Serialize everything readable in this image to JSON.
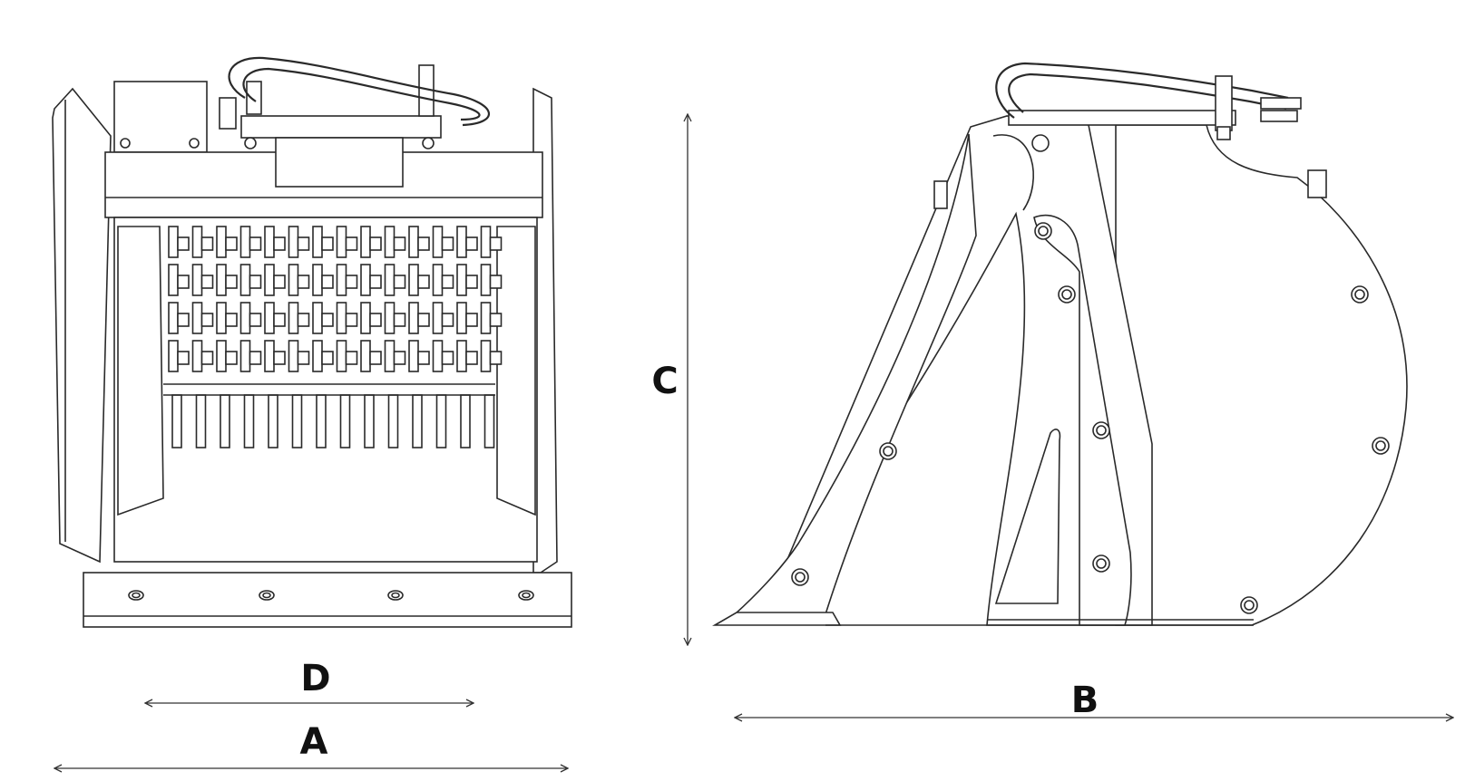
{
  "dimensions": {
    "a": {
      "label": "A"
    },
    "b": {
      "label": "B"
    },
    "c": {
      "label": "C"
    },
    "d": {
      "label": "D"
    }
  },
  "colors": {
    "line": "#2a2a2a",
    "background": "#ffffff"
  }
}
